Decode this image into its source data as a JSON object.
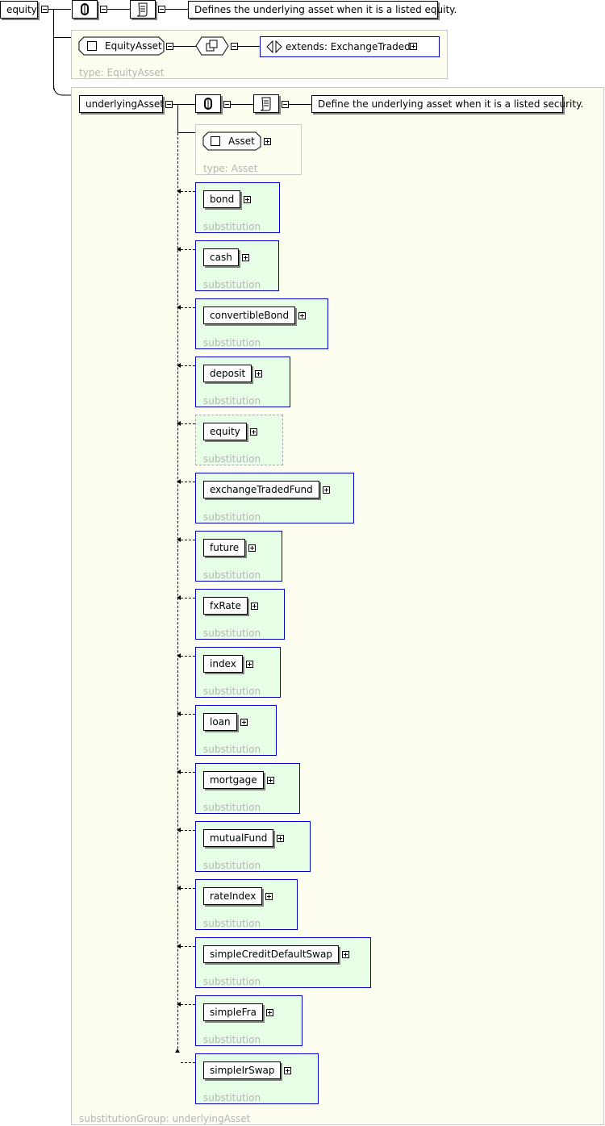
{
  "root": {
    "name": "equity",
    "doc": "Defines the underlying asset when it is a listed equity."
  },
  "equityAsset": {
    "name": "EquityAsset",
    "extends": "extends: ExchangeTraded",
    "type": "type: EquityAsset"
  },
  "underlyingAsset": {
    "name": "underlyingAsset",
    "doc": "Define the underlying asset when it is a listed security.",
    "asset": {
      "name": "Asset",
      "type": "type: Asset"
    },
    "substitution_label": "substitution",
    "footer": "substitutionGroup: underlyingAsset",
    "substitutions": [
      {
        "name": "bond"
      },
      {
        "name": "cash"
      },
      {
        "name": "convertibleBond"
      },
      {
        "name": "deposit"
      },
      {
        "name": "equity"
      },
      {
        "name": "exchangeTradedFund"
      },
      {
        "name": "future"
      },
      {
        "name": "fxRate"
      },
      {
        "name": "index"
      },
      {
        "name": "loan"
      },
      {
        "name": "mortgage"
      },
      {
        "name": "mutualFund"
      },
      {
        "name": "rateIndex"
      },
      {
        "name": "simpleCreditDefaultSwap"
      },
      {
        "name": "simpleFra"
      },
      {
        "name": "simpleIrSwap"
      }
    ]
  },
  "colors": {
    "yellow_bg": "#fefef0",
    "green_bg": "#e6ffe6",
    "blue_border": "#0000c0",
    "gray_text": "#b4b4b4"
  }
}
